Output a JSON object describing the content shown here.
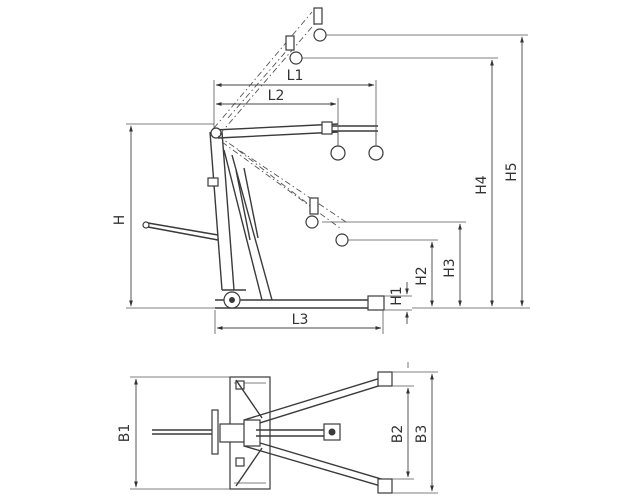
{
  "labels": {
    "L1": "L1",
    "L2": "L2",
    "L3": "L3",
    "H": "H",
    "H1": "H1",
    "H2": "H2",
    "H3": "H3",
    "H4": "H4",
    "H5": "H5",
    "B1": "B1",
    "B2": "B2",
    "B3": "B3"
  }
}
